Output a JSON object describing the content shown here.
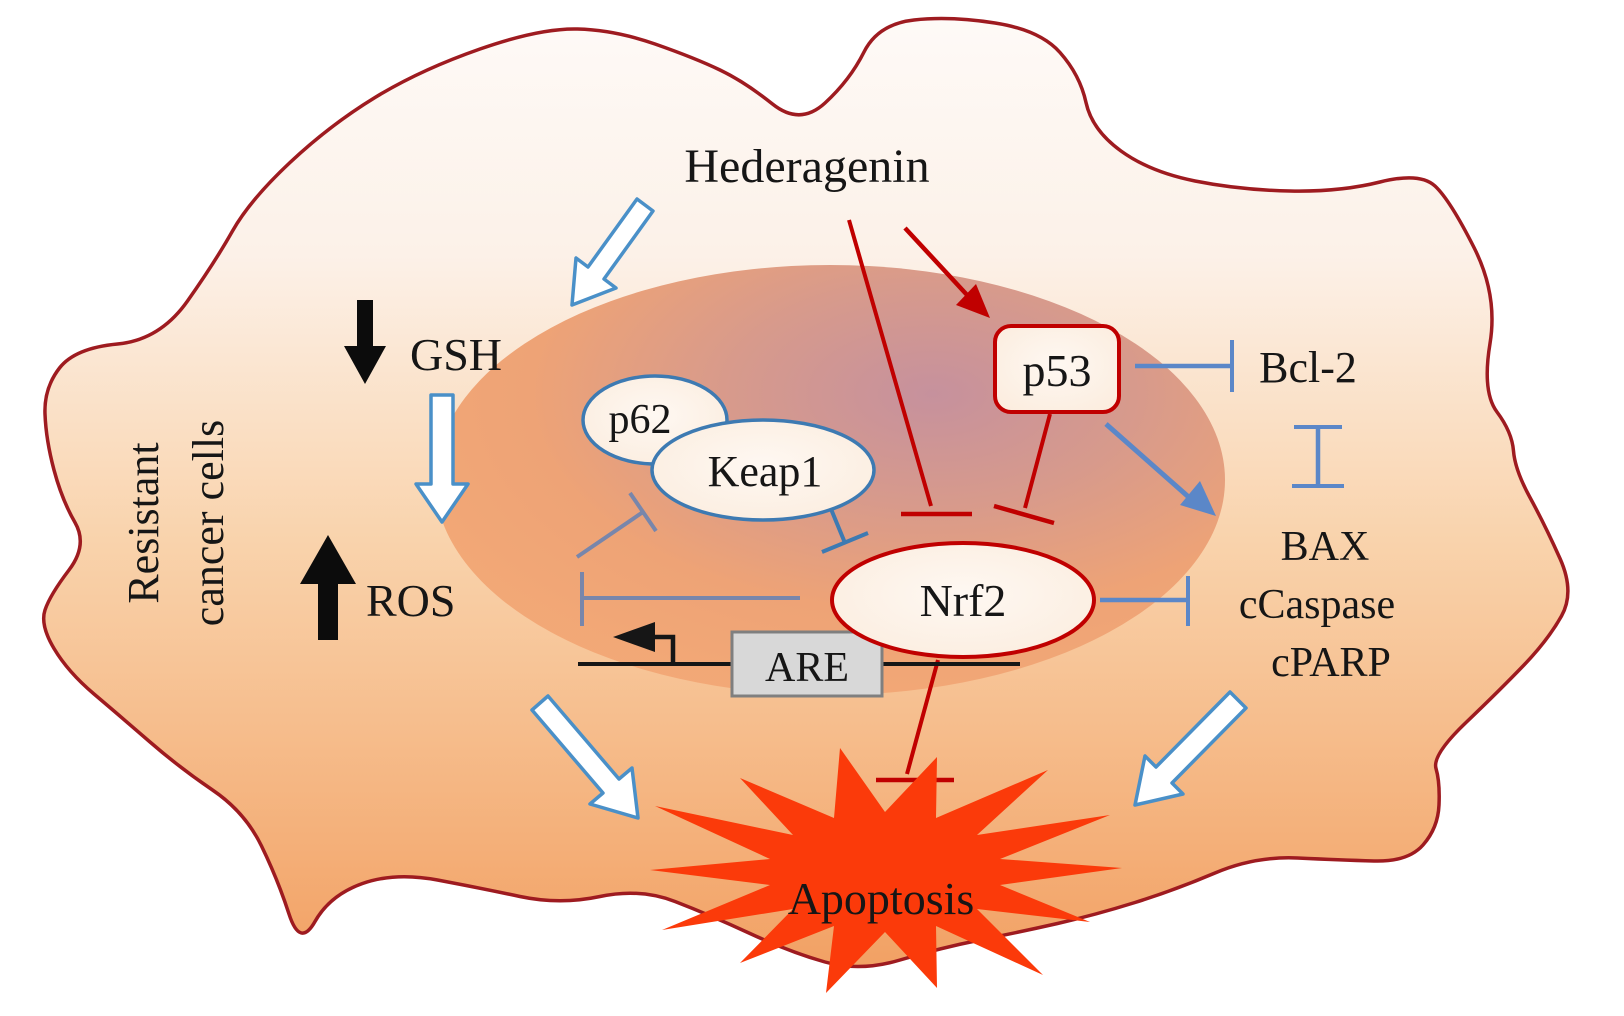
{
  "figure": {
    "title": "Hederagenin",
    "cell_label_line1": "Resistant",
    "cell_label_line2": "cancer cells",
    "nodes": {
      "gsh": "GSH",
      "ros": "ROS",
      "p62": "p62",
      "keap1": "Keap1",
      "p53": "p53",
      "bcl2": "Bcl-2",
      "nrf2": "Nrf2",
      "are": "ARE",
      "bax": "BAX",
      "ccaspase": "cCaspase",
      "cparp": "cPARP",
      "apoptosis": "Apoptosis"
    },
    "relationships": [
      {
        "from": "Hederagenin",
        "to": "GSH",
        "type": "open-block-arrow"
      },
      {
        "from": "GSH",
        "to": "ROS",
        "type": "open-block-arrow"
      },
      {
        "from": "Hederagenin",
        "to": "p53",
        "type": "activation-arrow"
      },
      {
        "from": "Hederagenin",
        "to": "Nrf2",
        "type": "inhibition"
      },
      {
        "from": "p53",
        "to": "Nrf2",
        "type": "inhibition"
      },
      {
        "from": "p53",
        "to": "Bcl-2",
        "type": "inhibition"
      },
      {
        "from": "p53",
        "to": "BAX/cCaspase/cPARP",
        "type": "activation-arrow"
      },
      {
        "from": "Bcl-2",
        "to": "BAX",
        "type": "inhibition"
      },
      {
        "from": "Nrf2",
        "to": "BAX/cCaspase/cPARP",
        "type": "inhibition"
      },
      {
        "from": "Keap1",
        "to": "Nrf2",
        "type": "inhibition"
      },
      {
        "from": "ROS",
        "to": "Keap1",
        "type": "inhibition"
      },
      {
        "from": "Nrf2",
        "to": "ROS",
        "type": "inhibition"
      },
      {
        "from": "Nrf2",
        "to": "ARE",
        "type": "transcription-bent-arrow"
      },
      {
        "from": "Nrf2",
        "to": "Apoptosis",
        "type": "inhibition"
      },
      {
        "from": "ARE",
        "to": "Apoptosis",
        "type": "open-block-arrow"
      },
      {
        "from": "BAX/cCaspase/cPARP",
        "to": "Apoptosis",
        "type": "open-block-arrow"
      },
      {
        "label": "GSH",
        "type": "decrease-black-arrow"
      },
      {
        "label": "ROS",
        "type": "increase-black-arrow"
      }
    ],
    "colors": {
      "membrane": "#9e1b20",
      "accent_red": "#c00000",
      "title_red": "#a8181d",
      "blue": "#5b87c8",
      "steel_blue": "#3d7ab2",
      "slate_blue": "#7886ab",
      "orange_label": "#e8721f",
      "starburst": "#fb3a0a",
      "are_fill": "#d8d8d8",
      "are_border": "#7f7f7f",
      "node_fill": "#fdf3e9",
      "black": "#161616"
    }
  }
}
